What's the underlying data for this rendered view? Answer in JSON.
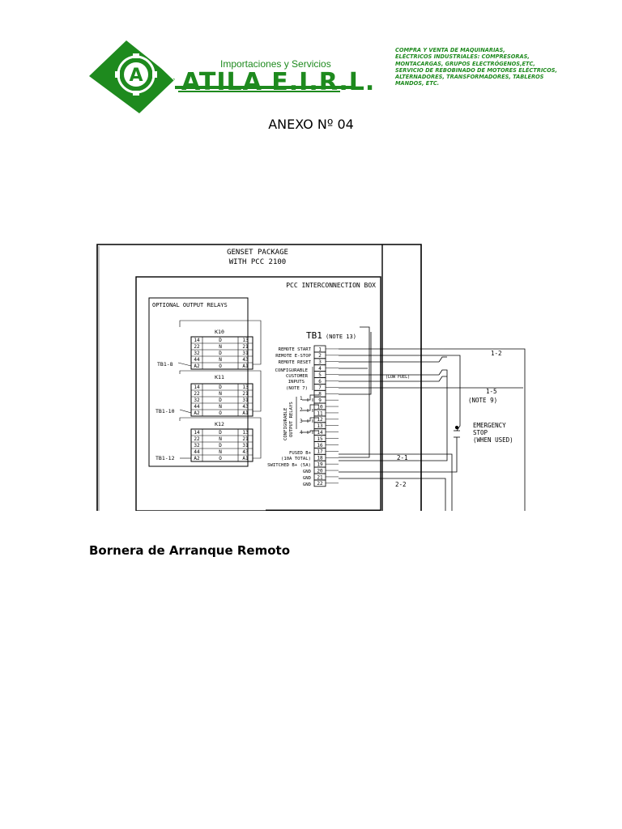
{
  "header": {
    "logo_letter": "A",
    "logo_subtitle": "Importaciones y Servicios",
    "logo_name": "ATILA E.I.R.L.",
    "services": [
      "COMPRA Y VENTA DE MAQUINARIAS,",
      "ELÉCTRICOS INDUSTRIALES: COMPRESORAS,",
      "MONTACARGAS, GRUPOS ELECTRÓGENOS,ETC,",
      "SERVICIO DE REBOBINADO DE MOTORES ELÉCTRICOS,",
      "ALTERNADORES, TRANSFORMADORES, TABLEROS",
      "MANDOS, ETC."
    ],
    "colors": {
      "brand_green": "#1e8a1e"
    }
  },
  "document": {
    "heading": "ANEXO Nº 04",
    "caption": "Bornera de Arranque Remoto"
  },
  "diagram": {
    "package_title_1": "GENSET PACKAGE",
    "package_title_2": "WITH PCC 2100",
    "box_title": "PCC INTERCONNECTION BOX",
    "relays_title": "OPTIONAL OUTPUT RELAYS",
    "relay_rows": [
      {
        "left": "14",
        "sym": "D",
        "right": "13"
      },
      {
        "left": "22",
        "sym": "N",
        "right": "21"
      },
      {
        "left": "32",
        "sym": "D",
        "right": "31"
      },
      {
        "left": "44",
        "sym": "N",
        "right": "43"
      },
      {
        "left": "A2",
        "sym": "O",
        "right": "A1"
      }
    ],
    "relays": [
      {
        "name": "K10",
        "tb": "TB1-8"
      },
      {
        "name": "K11",
        "tb": "TB1-10"
      },
      {
        "name": "K12",
        "tb": "TB1-12"
      }
    ],
    "tb1_label": "TB1",
    "tb1_note": "(NOTE 13)",
    "terminals": [
      "1",
      "2",
      "3",
      "4",
      "5",
      "6",
      "7",
      "8",
      "9",
      "10",
      "11",
      "12",
      "13",
      "14",
      "15",
      "16",
      "17",
      "18",
      "19",
      "20",
      "21",
      "22"
    ],
    "terminal_labels": {
      "remote_start": "REMOTE START",
      "remote_estop": "REMOTE E-STOP",
      "remote_reset": "REMOTE RESET",
      "configurable": "CONFIGURABLE",
      "customer": "CUSTOMER",
      "inputs": "INPUTS",
      "note7": "(NOTE 7)",
      "fused": "FUSED B+",
      "fused_total": "(10A TOTAL)",
      "switched": "SWITCHED B+ (5A)",
      "gnd20": "GND",
      "gnd21": "GND",
      "gnd22": "GND"
    },
    "config_relays_v1": "CONFIGURABLE",
    "config_relays_v2": "OUTPUT RELAYS",
    "relay_numbers": [
      "1",
      "2",
      "3",
      "4"
    ],
    "low_fuel": "(LOW FUEL)",
    "wire_1_2": "1-2",
    "wire_1_5": "1-5",
    "note9": "(NOTE 9)",
    "estop_1": "EMERGENCY",
    "estop_2": "STOP",
    "estop_3": "(WHEN USED)",
    "wire_2_1": "2-1",
    "wire_2_2": "2-2"
  }
}
